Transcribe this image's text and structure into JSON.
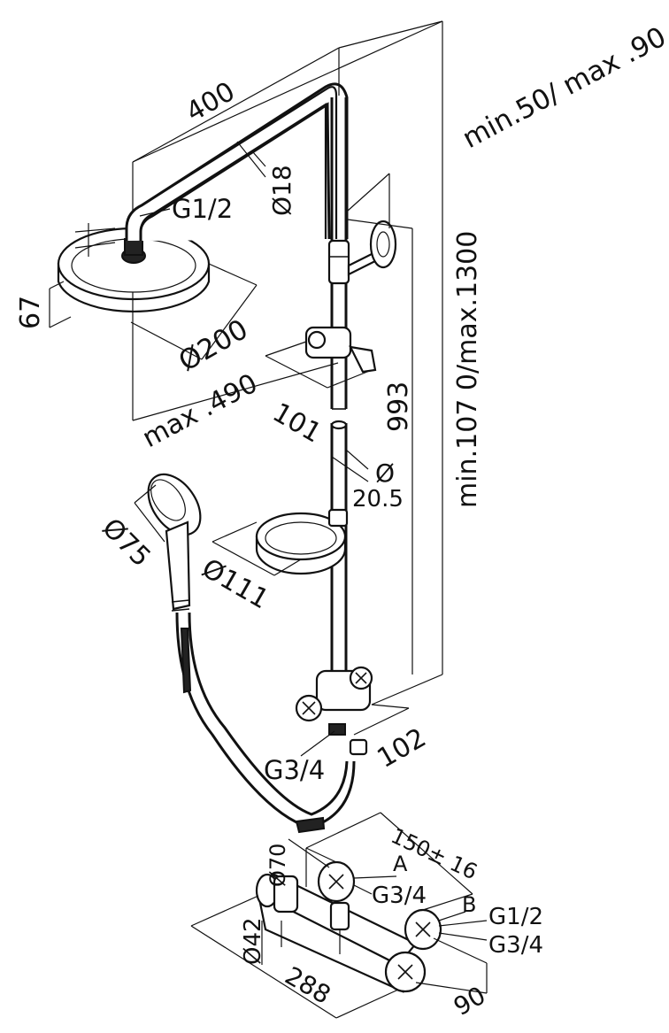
{
  "labels": {
    "shower_arm_length": "400",
    "head_to_bar_top": "min.50/ max .90",
    "head_connection": "G1/2",
    "arm_diameter": "Ø18",
    "head_height": "67",
    "head_diameter": "Ø200",
    "max_reach": "max .490",
    "slider_depth": "101",
    "bar_length": "993",
    "total_height": "min.107 0/max.1300",
    "bar_diameter_symbol": "Ø",
    "bar_diameter_value": "20.5",
    "handshower_diameter": "Ø75",
    "soap_dish_diameter": "Ø111",
    "diverter_depth": "102",
    "diverter_connection": "G3/4",
    "mixer_centers": "150± 16",
    "mixer_knob_diameter": "Ø70",
    "port_a": "A",
    "port_a_thread": "G3/4",
    "port_b": "B",
    "outlet_thread_1": "G1/2",
    "outlet_thread_2": "G3/4",
    "mixer_body_diameter": "Ø42",
    "mixer_length": "288",
    "mixer_depth": "90"
  },
  "colors": {
    "line": "#111111",
    "background": "#ffffff"
  }
}
